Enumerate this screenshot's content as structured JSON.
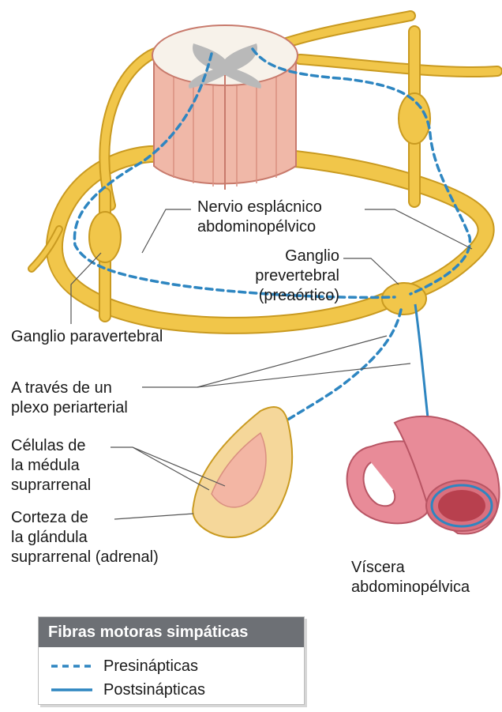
{
  "labels": {
    "splanchnic_nerve": [
      "Nervio esplácnico",
      "abdominopélvico"
    ],
    "prevertebral_ganglion": [
      "Ganglio",
      "prevertebral",
      "(preaórtico)"
    ],
    "paravertebral_ganglion": "Ganglio paravertebral",
    "periarterial_plexus": [
      "A través de un",
      "plexo periarterial"
    ],
    "medulla_cells": [
      "Células de",
      "la médula",
      "suprarrenal"
    ],
    "adrenal_cortex": [
      "Corteza de",
      "la glándula",
      "suprarrenal (adrenal)"
    ],
    "viscera": [
      "Víscera",
      "abdominopélvica"
    ]
  },
  "legend": {
    "title": "Fibras motoras simpáticas",
    "presynaptic": "Presinápticas",
    "postsynaptic": "Postsinápticas"
  },
  "colors": {
    "nerve": "#f1c64a",
    "nerve_dark": "#c99a20",
    "spinal_cord": "#f0b8a8",
    "gray_matter": "#b9b9b9",
    "fiber": "#2e86c1",
    "viscera": "#e88b98",
    "adrenal": "#f5d79a",
    "legend_header": "#6d7075"
  }
}
